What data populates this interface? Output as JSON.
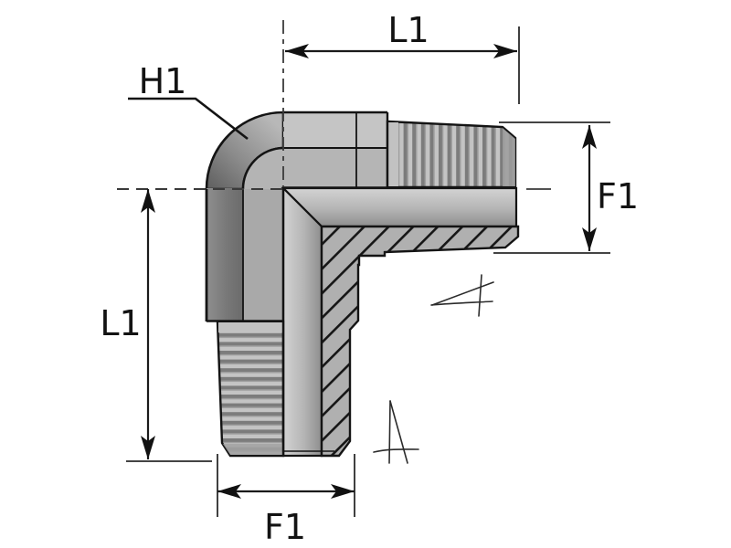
{
  "labels": {
    "dim_top": "L1",
    "dim_left": "L1",
    "dim_right": "F1",
    "dim_bottom": "F1",
    "leader": "H1"
  },
  "drawing": {
    "subject": "90-degree male-male threaded elbow pipe fitting",
    "view": "side elevation, half-section with hatched cut material",
    "background": "#ffffff",
    "colors": {
      "outline": "#141414",
      "dimension_line": "#1a1a1a",
      "extension_line": "#2a2a2a",
      "centerline": "#3a3a3a",
      "body_light": "#c5c5c5",
      "body_mid": "#b2b2b2",
      "body_shadow": "#6b6b6b",
      "thread_dark": "#7c7c7c",
      "thread_light": "#c4c4c4",
      "hatch_fill": "#b0b0b0",
      "label_text": "#131313"
    }
  }
}
